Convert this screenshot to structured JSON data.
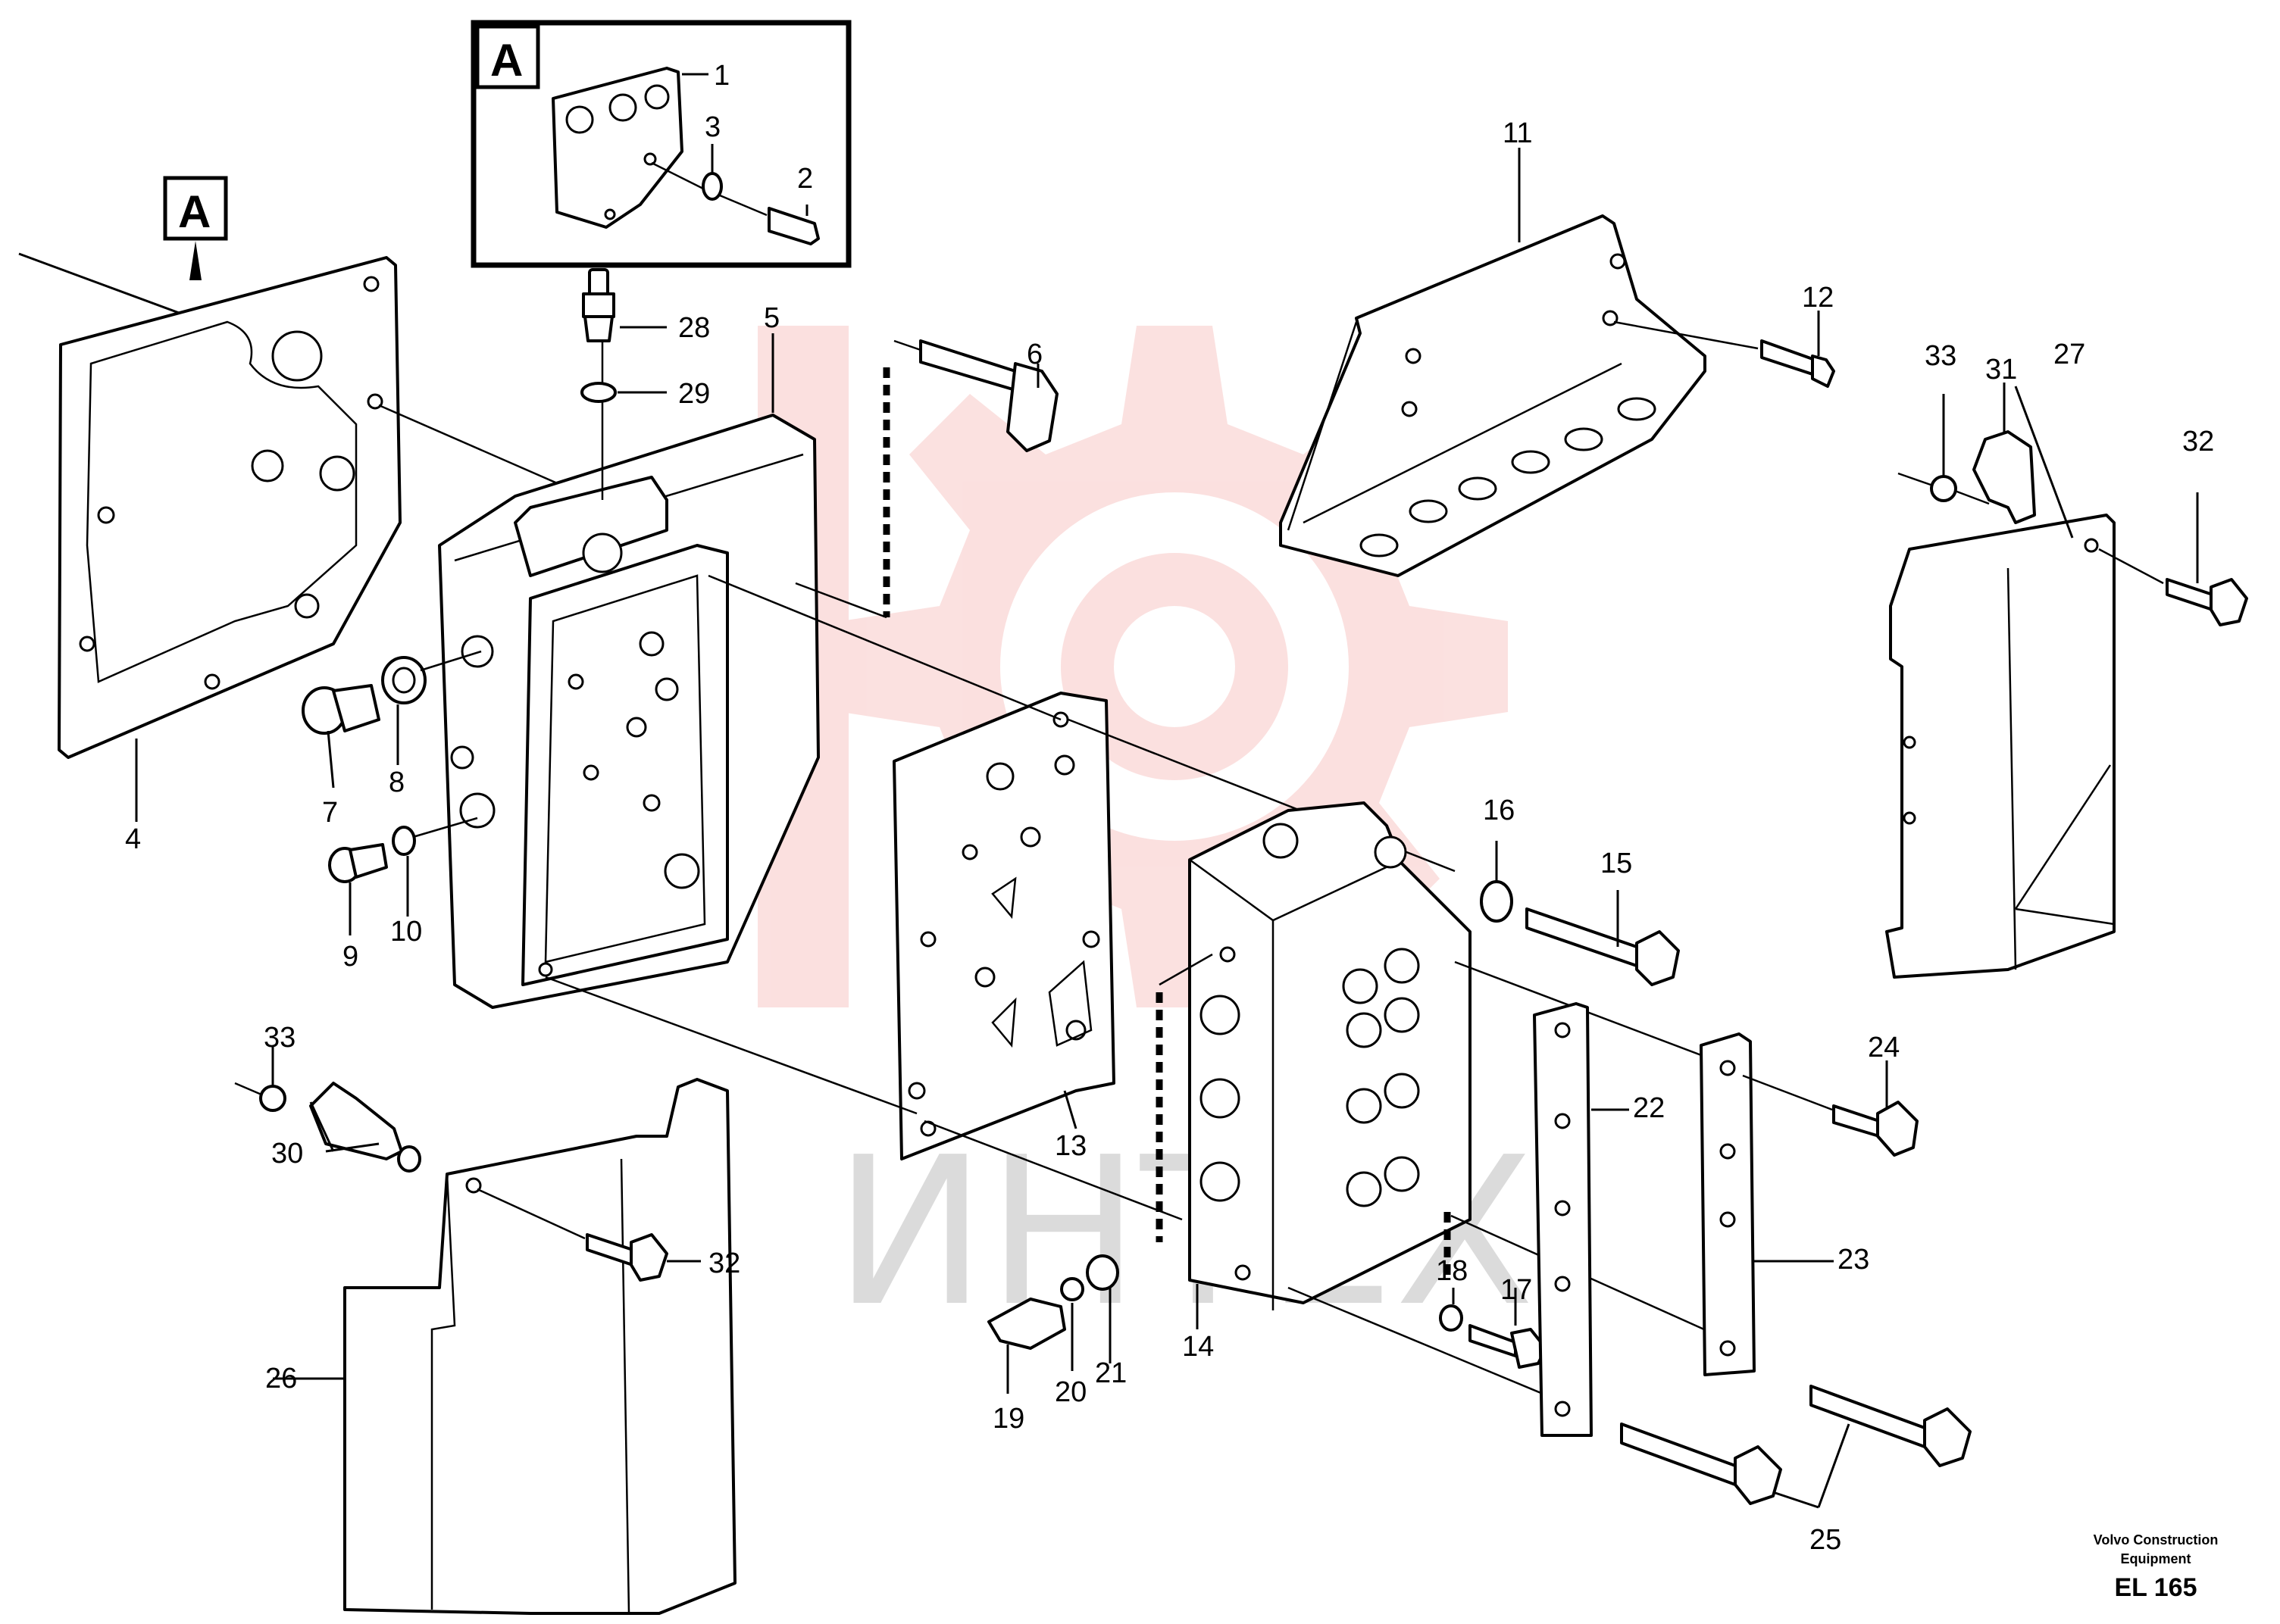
{
  "detail_label": "A",
  "watermark_text": "ИНТЕХ",
  "watermark_color": "#e8453c",
  "callouts": {
    "c1": "1",
    "c2": "2",
    "c3": "3",
    "c4": "4",
    "c5": "5",
    "c6": "6",
    "c7": "7",
    "c8": "8",
    "c9": "9",
    "c10": "10",
    "c11": "11",
    "c12": "12",
    "c13": "13",
    "c14": "14",
    "c15": "15",
    "c16": "16",
    "c17": "17",
    "c18": "18",
    "c19": "19",
    "c20": "20",
    "c21": "21",
    "c22": "22",
    "c23": "23",
    "c24": "24",
    "c25": "25",
    "c26": "26",
    "c27": "27",
    "c28": "28",
    "c29": "29",
    "c30": "30",
    "c31": "31",
    "c32": "32",
    "c33": "33"
  },
  "footer": {
    "manufacturer_line1": "Volvo Construction",
    "manufacturer_line2": "Equipment",
    "drawing_code": "EL 165"
  }
}
